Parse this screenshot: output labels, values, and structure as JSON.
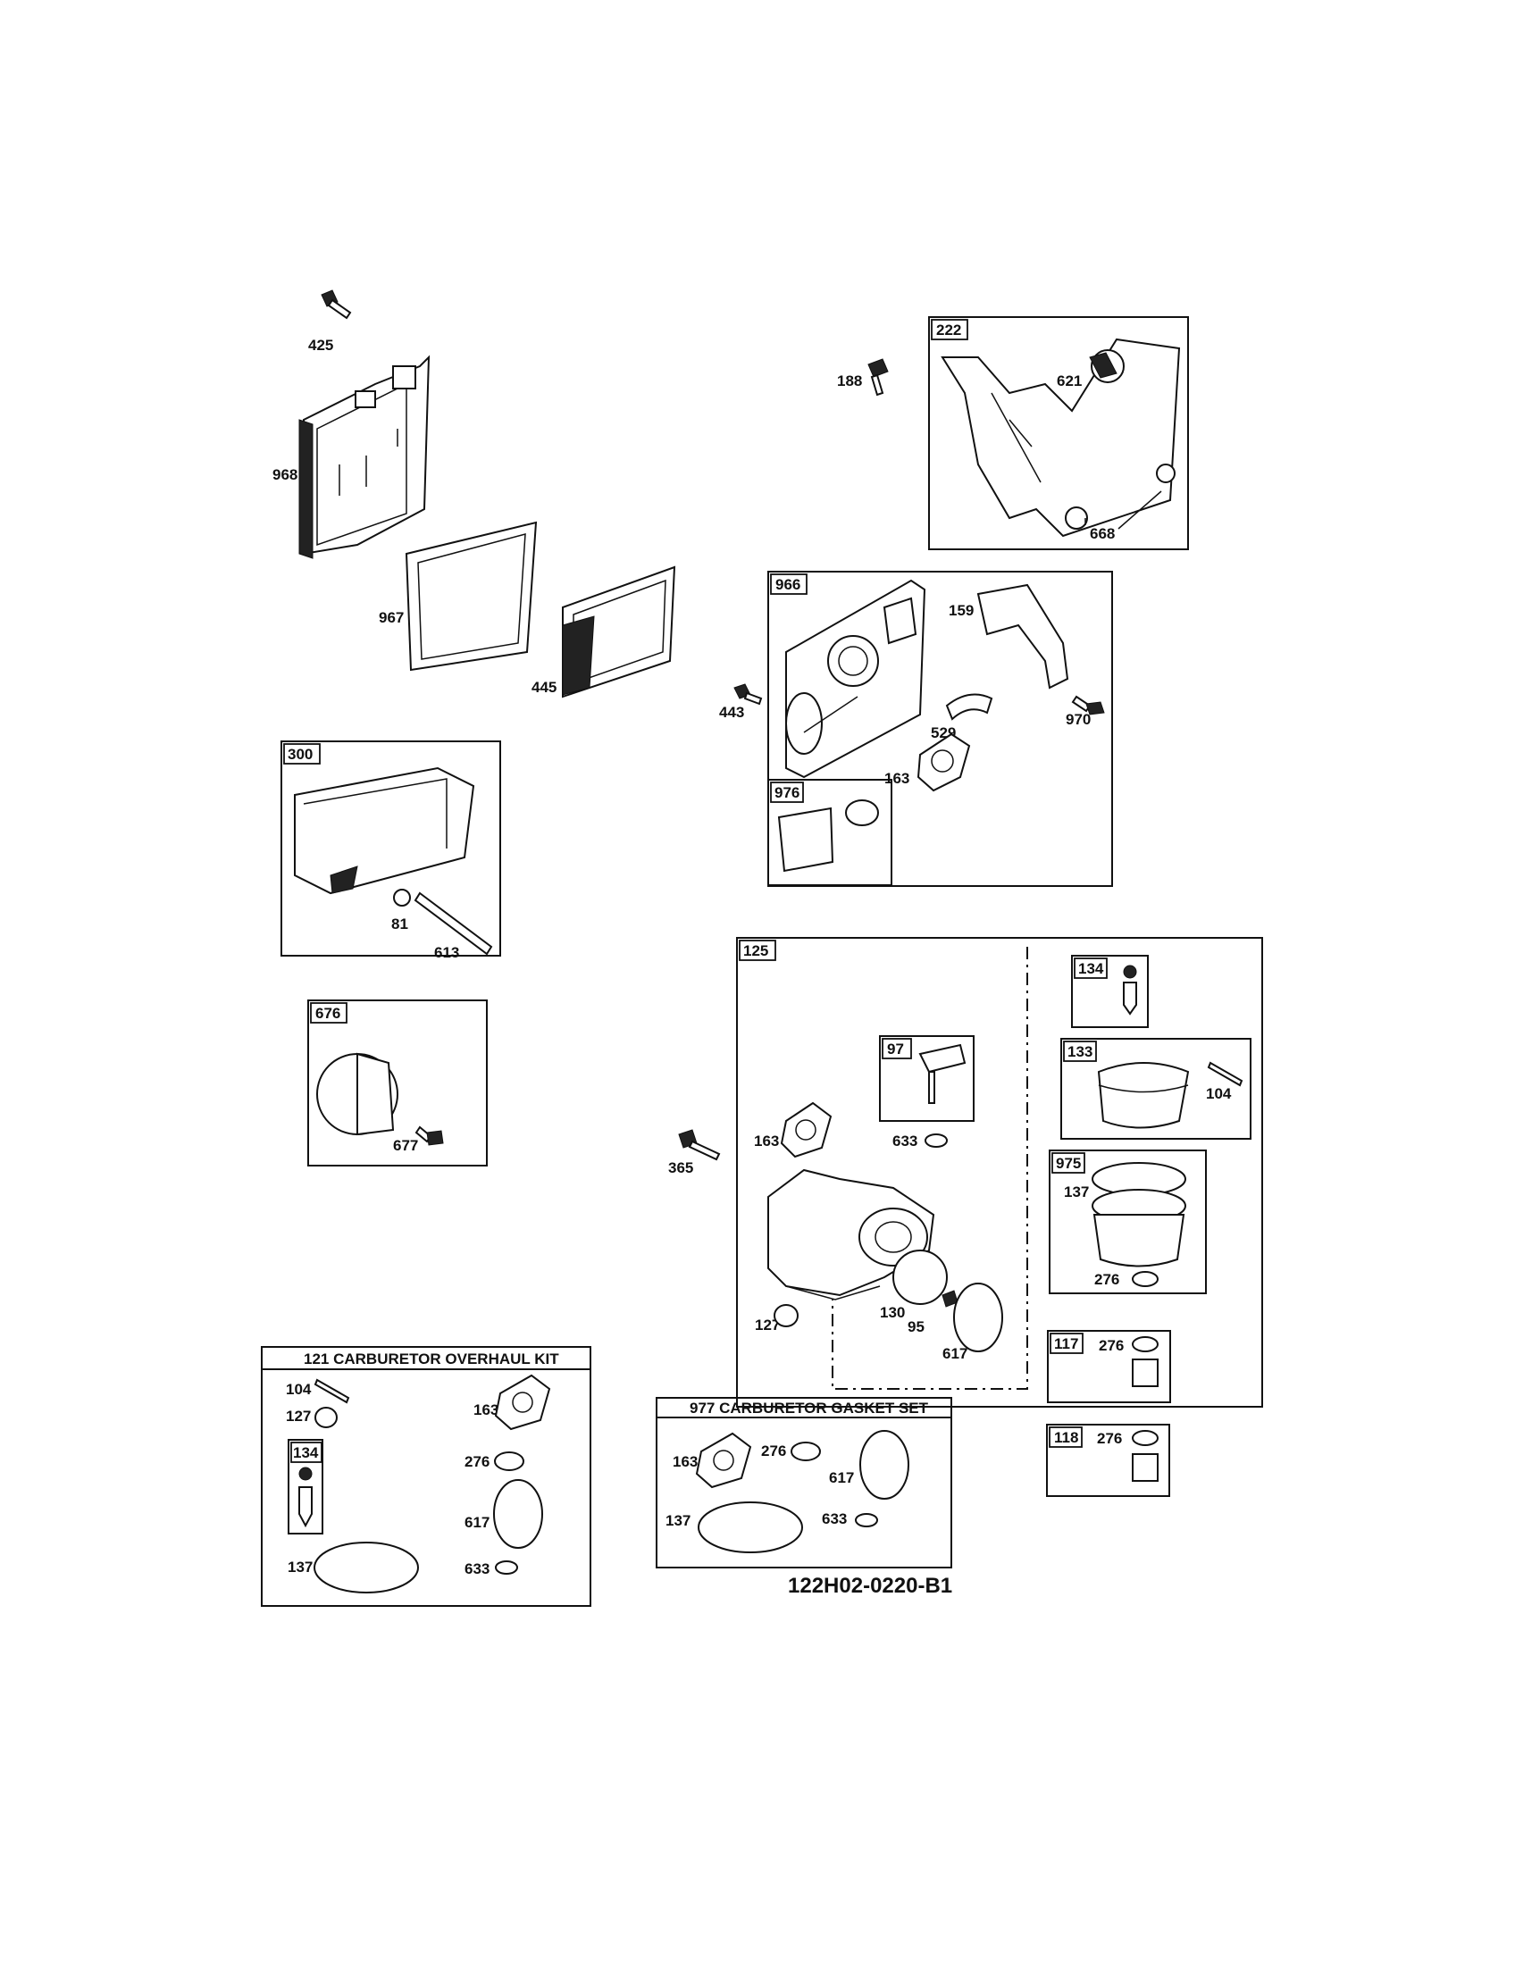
{
  "doc_number": "122H02-0220-B1",
  "callouts": {
    "c425": "425",
    "c968": "968",
    "c967": "967",
    "c445": "445",
    "c188": "188",
    "c621": "621",
    "c668": "668",
    "c222": "222",
    "c966": "966",
    "c159": "159",
    "c443": "443",
    "c970": "970",
    "c529": "529",
    "c163a": "163",
    "c976": "976",
    "c300": "300",
    "c81": "81",
    "c613": "613",
    "c676": "676",
    "c677": "677",
    "c125": "125",
    "c134": "134",
    "c133": "133",
    "c104": "104",
    "c97": "97",
    "c633": "633",
    "c163b": "163",
    "c365": "365",
    "c975": "975",
    "c137": "137",
    "c276a": "276",
    "c127": "127",
    "c130": "130",
    "c95": "95",
    "c617": "617",
    "c117": "117",
    "c276b": "276",
    "c118": "118",
    "c276c": "276"
  },
  "kit121": {
    "title": "121 CARBURETOR OVERHAUL KIT",
    "c104": "104",
    "c127": "127",
    "c134": "134",
    "c137": "137",
    "c163": "163",
    "c276": "276",
    "c617": "617",
    "c633": "633"
  },
  "kit977": {
    "title": "977 CARBURETOR GASKET SET",
    "c163": "163",
    "c276": "276",
    "c617": "617",
    "c137": "137",
    "c633": "633"
  }
}
